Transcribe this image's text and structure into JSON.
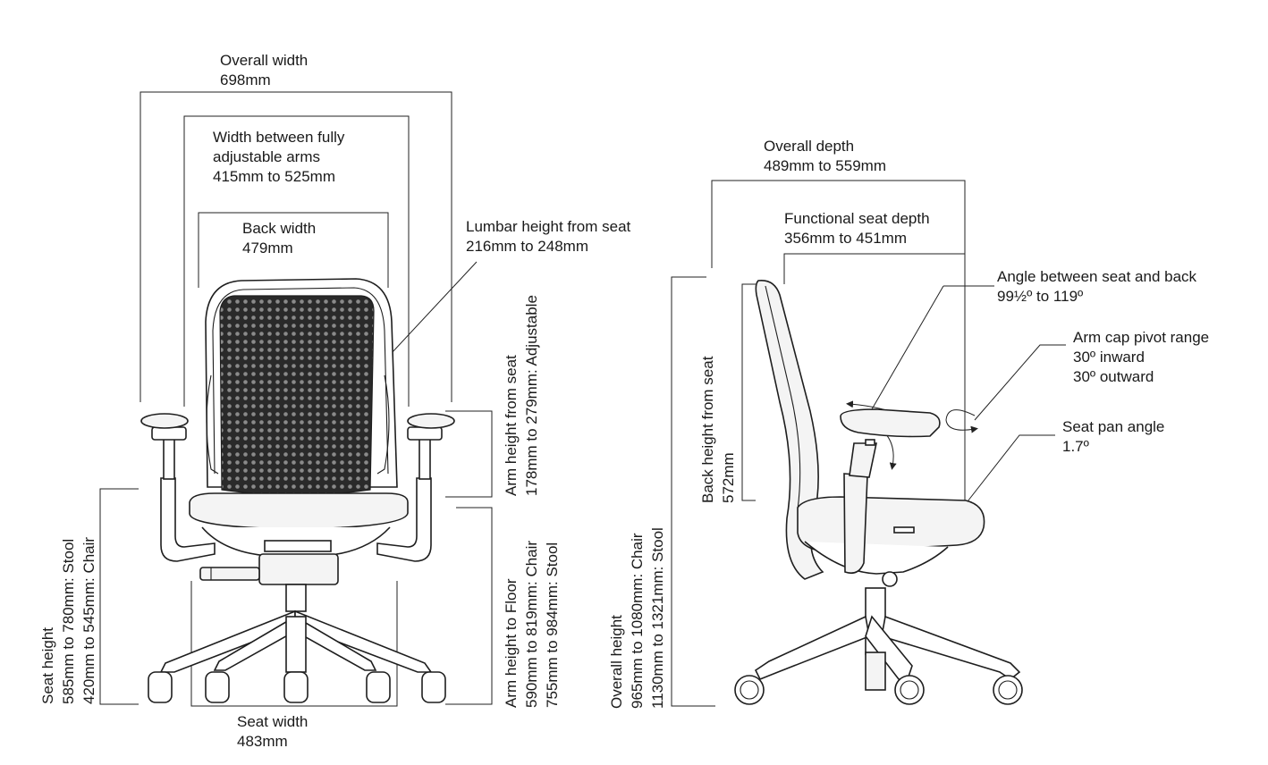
{
  "labels": {
    "overall_width": {
      "title": "Overall width",
      "value": "698mm"
    },
    "width_between_arms": {
      "title": "Width between fully",
      "title2": "adjustable arms",
      "value": "415mm to 525mm"
    },
    "back_width": {
      "title": "Back width",
      "value": "479mm"
    },
    "lumbar_height": {
      "title": "Lumbar height from seat",
      "value": "216mm to 248mm"
    },
    "arm_height_from_seat": {
      "title": "Arm height from seat",
      "value": "178mm to 279mm: Adjustable"
    },
    "arm_height_to_floor": {
      "title": "Arm height to Floor",
      "value1": "590mm to 819mm: Chair",
      "value2": "755mm to 984mm: Stool"
    },
    "seat_height": {
      "title": "Seat height",
      "value1": "585mm to 780mm: Stool",
      "value2": "420mm to 545mm: Chair"
    },
    "seat_width": {
      "title": "Seat width",
      "value": "483mm"
    },
    "overall_depth": {
      "title": "Overall depth",
      "value": "489mm to 559mm"
    },
    "functional_seat_depth": {
      "title": "Functional seat depth",
      "value": "356mm to 451mm"
    },
    "angle_seat_back": {
      "title": "Angle between seat and back",
      "value": "99½º to 119º"
    },
    "arm_cap_pivot": {
      "title": "Arm cap pivot range",
      "value1": "30º inward",
      "value2": "30º outward"
    },
    "seat_pan_angle": {
      "title": "Seat pan angle",
      "value": "1.7º"
    },
    "back_height": {
      "title": "Back height from seat",
      "value": "572mm"
    },
    "overall_height": {
      "title": "Overall height",
      "value1": "965mm to 1080mm: Chair",
      "value2": "1130mm to 1321mm: Stool"
    }
  }
}
